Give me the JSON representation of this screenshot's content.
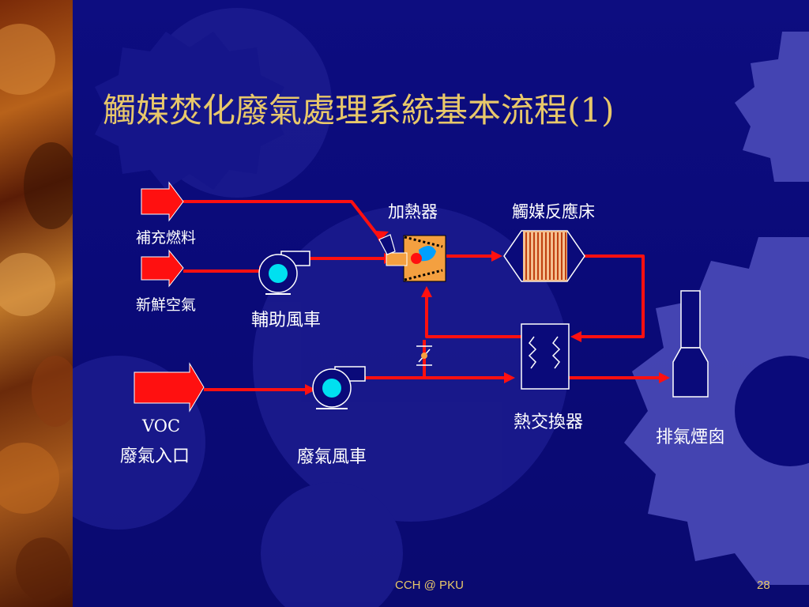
{
  "slide": {
    "title": "觸媒焚化廢氣處理系統基本流程(1)",
    "footer_text": "CCH @ PKU",
    "page_number": "28"
  },
  "diagram": {
    "supplementary_fuel": "補充燃料",
    "fresh_air": "新鮮空氣",
    "auxiliary_fan": "輔助風車",
    "heater": "加熱器",
    "catalyst_bed": "觸媒反應床",
    "heat_exchanger": "熱交換器",
    "exhaust_stack": "排氣煙囪",
    "voc_label": "VOC",
    "waste_gas_inlet": "廢氣入口",
    "waste_gas_fan": "廢氣風車"
  },
  "colors": {
    "background": "#0a0a7a",
    "title": "#e8c86a",
    "flow_line": "#ff1010",
    "label": "#ffffff",
    "gear": "#2a2a9a",
    "fan_core": "#00e0f0"
  }
}
